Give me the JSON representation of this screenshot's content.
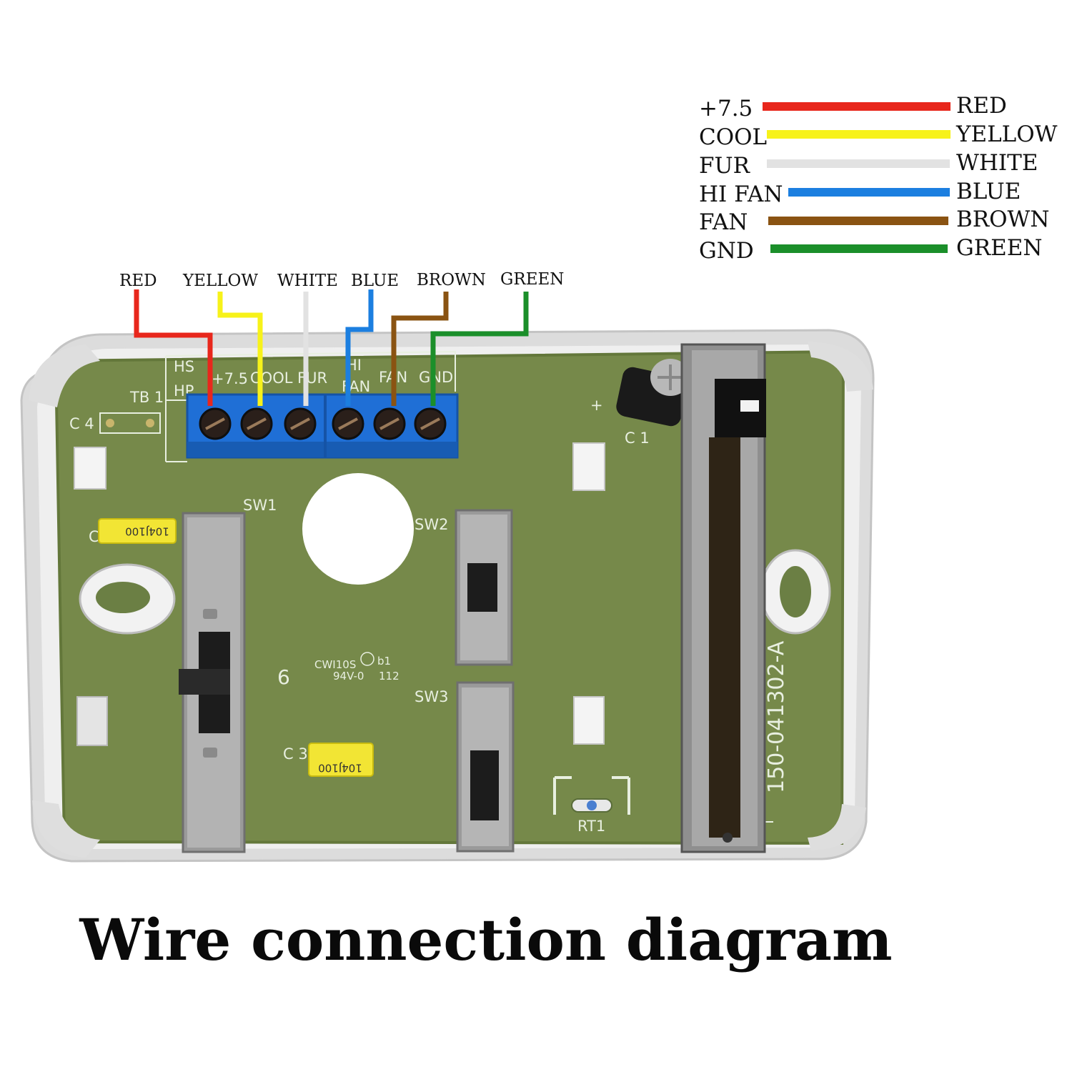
{
  "title": "Wire connection diagram",
  "legend": [
    {
      "terminal": "+7.5",
      "color_name": "RED",
      "hex": "#e8271c"
    },
    {
      "terminal": "COOL",
      "color_name": "YELLOW",
      "hex": "#f7f21a"
    },
    {
      "terminal": "FUR",
      "color_name": "WHITE",
      "hex": "#e2e2e2"
    },
    {
      "terminal": "HI FAN",
      "color_name": "BLUE",
      "hex": "#1c7fe0"
    },
    {
      "terminal": "FAN",
      "color_name": "BROWN",
      "hex": "#8a5312"
    },
    {
      "terminal": "GND",
      "color_name": "GREEN",
      "hex": "#1b8f2a"
    }
  ],
  "wire_labels": [
    "RED",
    "YELLOW",
    "WHITE",
    "BLUE",
    "BROWN",
    "GREEN"
  ],
  "board": {
    "terminal_labels": [
      "HS",
      "HP",
      "+7.5",
      "COOL",
      "FUR",
      "HI",
      "FAN",
      "FAN",
      "GND"
    ],
    "silkscreen": {
      "tb": "TB 1",
      "c4": "C 4",
      "c1": "C 1",
      "plus": "+",
      "sw1": "SW1",
      "sw2": "SW2",
      "sw3": "SW3",
      "c3": "C 3",
      "c_small": "C",
      "rt1": "RT1",
      "six": "6",
      "ul1": "CWI10S",
      "ul1b": "b1",
      "ul2": "94V-0",
      "ul2b": "112",
      "part": "150-041302-A"
    },
    "capacitor_label": "104J100",
    "pcb_color": "#76894a",
    "terminal_block_color": "#1f6fd6"
  }
}
